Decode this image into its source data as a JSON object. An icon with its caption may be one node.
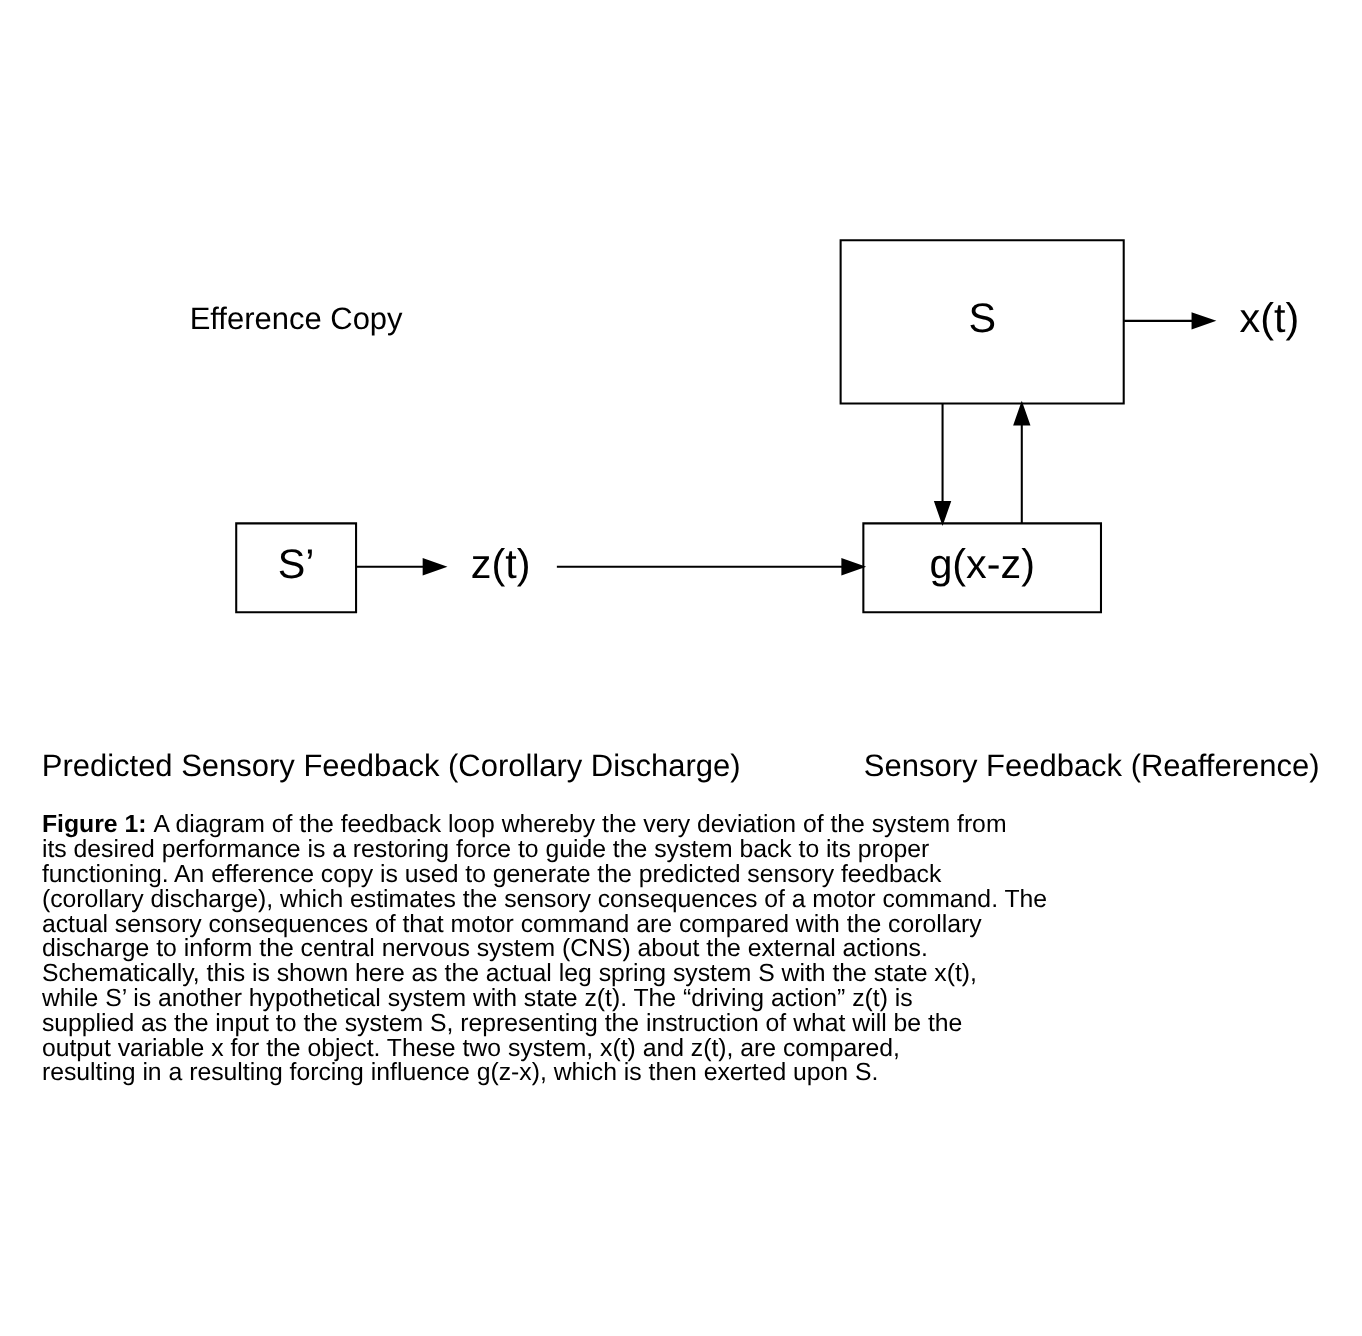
{
  "diagram": {
    "caption": "**Figure 1:** A diagram of the feedback loop whereby the very deviation of the system from its desired performance is a restoring force to guide the system back to its proper functioning. An efference copy is used to generate the predicted sensory feedback (corollary discharge), which estimates the sensory consequences of a motor command. The actual sensory consequences of that motor command are compared with the corollary discharge to inform the central nervous system (CNS) about the external actions. Schematically, this is shown here as the actual leg spring system S with the state x(t), while S’ is another hypothetical system with state z(t). The “driving action” z(t) is supplied as the input to the system S, representing the instruction of what will be the output variable x for the object. These two system, x(t) and z(t), are compared, resulting in a resulting forcing influence g(z-x), which is then exerted upon S.",
    "nodes": [
      {
        "text": [
          "S"
        ]
      },
      {
        "text": [
          "x(t)"
        ]
      },
      {
        "text": [
          "S’"
        ]
      },
      {
        "text": [
          "z(t)"
        ]
      },
      {
        "text": [
          "g(x-z)"
        ]
      }
    ],
    "edges": [
      {
        "from": 0,
        "to": 1,
        "arrow": "to"
      },
      {
        "from": 2,
        "to": 3,
        "arrow": "to"
      },
      {
        "from": 3,
        "to": 4,
        "arrow": "to"
      },
      {
        "from": 4,
        "to": 0,
        "arrow": "to"
      },
      {
        "from": 0,
        "to": 4,
        "arrow": "to"
      }
    ],
    "labels": [
      "Efference Copy",
      "Predicted Sensory Feedback (Corollary Discharge)",
      "Sensory Feedback (Reafference)"
    ]
  }
}
